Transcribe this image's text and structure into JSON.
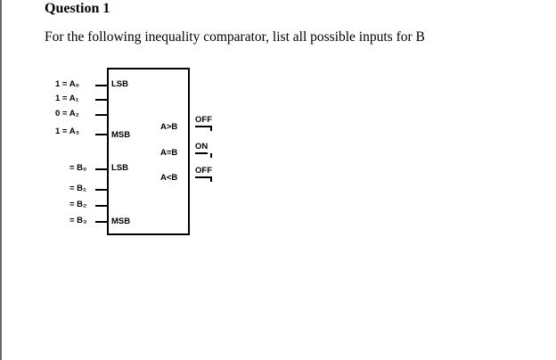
{
  "question": {
    "title": "Question 1",
    "text": "For the following inequality comparator, list all possible inputs for B"
  },
  "comparator": {
    "inputs_a": [
      {
        "label": "1 = A₀",
        "tag": "LSB"
      },
      {
        "label": "1 = A₁",
        "tag": ""
      },
      {
        "label": "0 = A₂",
        "tag": ""
      },
      {
        "label": "1 = A₃",
        "tag": "MSB"
      }
    ],
    "inputs_b": [
      {
        "label": "= B₀",
        "tag": "LSB"
      },
      {
        "label": "= B₁",
        "tag": ""
      },
      {
        "label": "= B₂",
        "tag": ""
      },
      {
        "label": "= B₃",
        "tag": "MSB"
      }
    ],
    "outputs": [
      {
        "name": "A>B",
        "state": "OFF"
      },
      {
        "name": "A=B",
        "state": "ON"
      },
      {
        "name": "A<B",
        "state": "OFF"
      }
    ]
  }
}
